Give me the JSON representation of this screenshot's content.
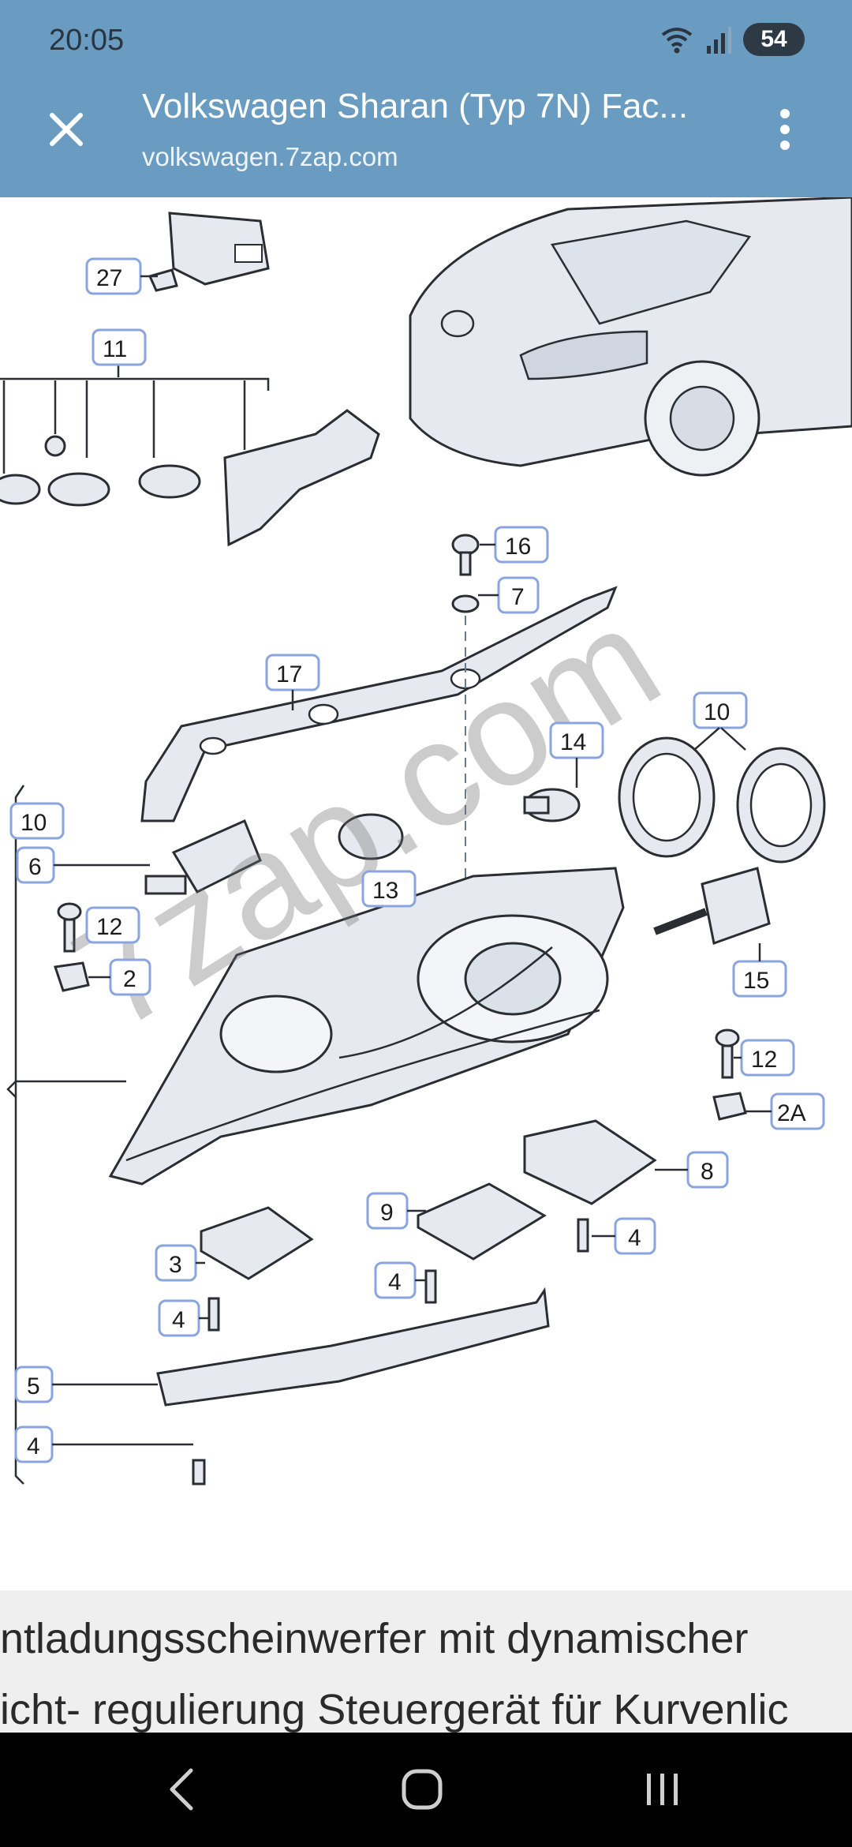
{
  "status_bar": {
    "time": "20:05",
    "battery": "54"
  },
  "header": {
    "title": "Volkswagen Sharan (Typ 7N) Fac...",
    "subtitle": "volkswagen.7zap.com"
  },
  "diagram": {
    "watermark": "7zap.com",
    "labels": [
      "27",
      "11",
      "16",
      "7",
      "17",
      "10",
      "10",
      "14",
      "6",
      "13",
      "12",
      "2",
      "15",
      "12",
      "2A",
      "8",
      "9",
      "4",
      "3",
      "4",
      "4",
      "5",
      "4"
    ]
  },
  "caption": {
    "line1": "ntladungsscheinwerfer mit dynamischer",
    "line2": "icht- regulierung Steuergerät für Kurvenlic"
  },
  "nav": {
    "back_icon": "back-icon",
    "home_icon": "home-icon",
    "recents_icon": "recents-icon"
  }
}
